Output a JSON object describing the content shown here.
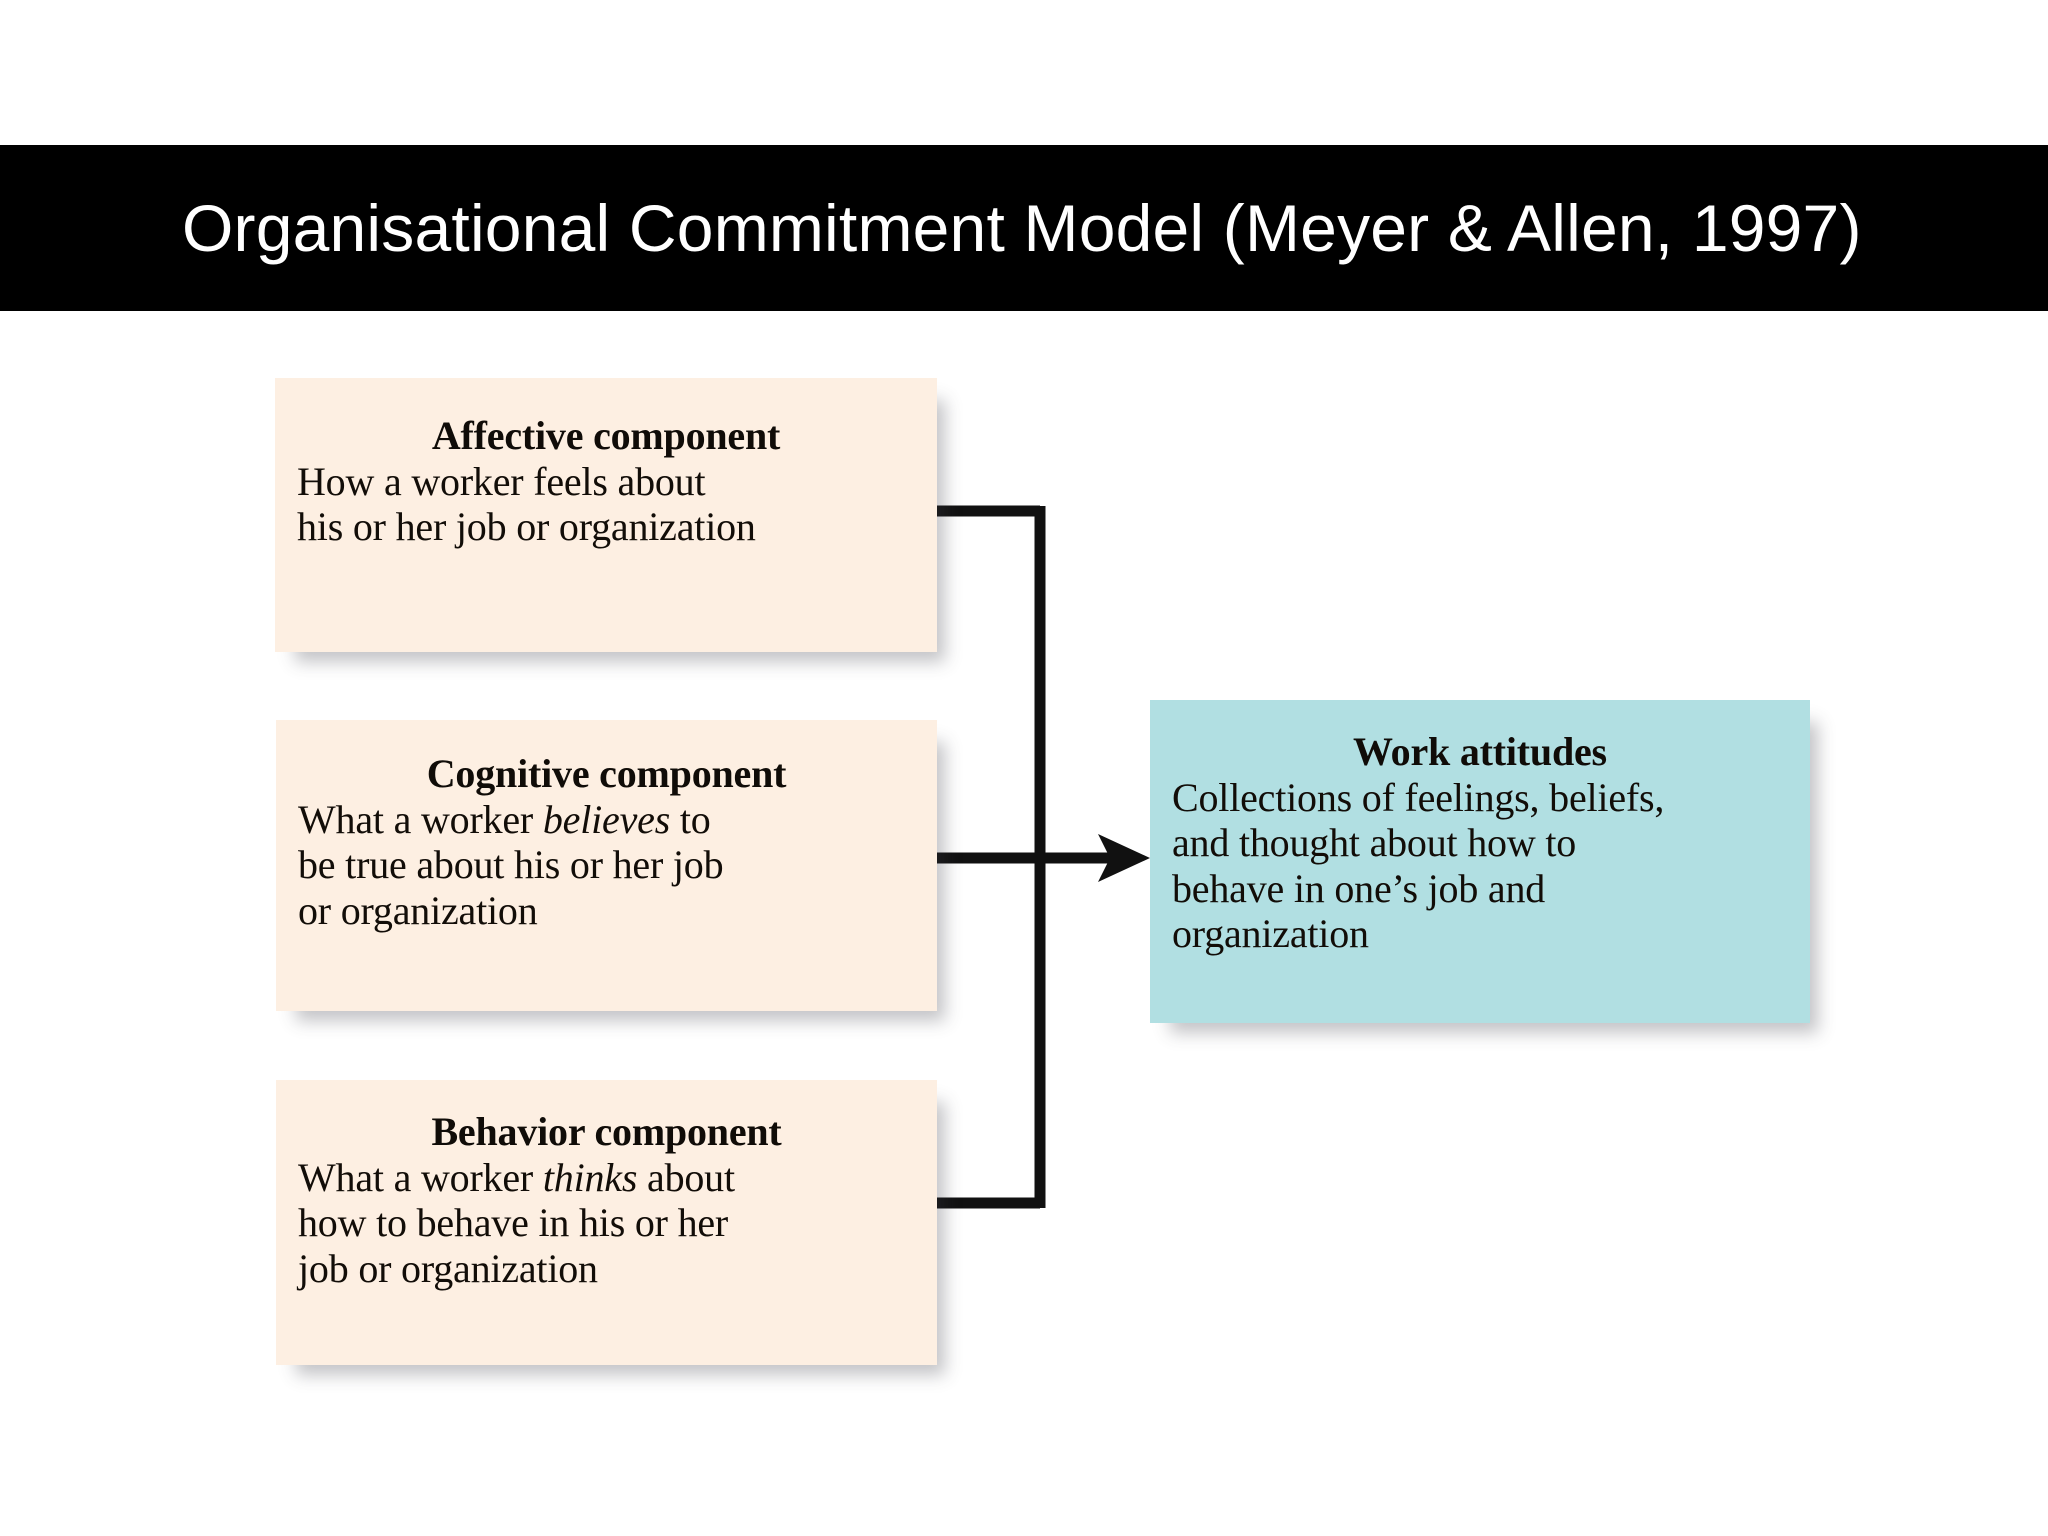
{
  "slide": {
    "title": "Organisational Commitment Model (Meyer & Allen, 1997)",
    "background_color": "#ffffff",
    "title_bar_color": "#000000",
    "title_text_color": "#ffffff"
  },
  "colors": {
    "component_box": "#FDEFE2",
    "outcome_box": "#B1DFE2",
    "connector": "#111111",
    "text": "#120d08"
  },
  "diagram": {
    "type": "flow",
    "components": [
      {
        "id": "affective",
        "title": "Affective component",
        "body_line_1": "How a worker feels about",
        "body_line_2": "his or her job or organization",
        "body_plain": "How a worker feels about his or her job or organization",
        "emphasis_word": ""
      },
      {
        "id": "cognitive",
        "title": "Cognitive component",
        "body_line_1_pre": "What a worker ",
        "body_line_1_em": "believes",
        "body_line_1_post": " to",
        "body_line_2": "be true about his or her job",
        "body_line_3": "or organization",
        "body_plain": "What a worker believes to be true about his or her job or organization",
        "emphasis_word": "believes"
      },
      {
        "id": "behavior",
        "title": "Behavior component",
        "body_line_1_pre": "What a worker ",
        "body_line_1_em": "thinks",
        "body_line_1_post": " about",
        "body_line_2": "how to behave in his or her",
        "body_line_3": "job or organization",
        "body_plain": "What a worker thinks about how to behave in his or her job or organization",
        "emphasis_word": "thinks"
      }
    ],
    "outcome": {
      "id": "work-attitudes",
      "title": "Work attitudes",
      "body_line_1": "Collections of feelings, beliefs,",
      "body_line_2": "and thought about how to",
      "body_line_3": "behave in one’s job and",
      "body_line_4": "organization",
      "body_plain": "Collections of feelings, beliefs, and thought about how to behave in one’s job and organization"
    },
    "connector": {
      "style": "orthogonal-merge-with-arrowhead",
      "direction": "left-to-right",
      "source_count": 3,
      "target": "work-attitudes"
    }
  }
}
